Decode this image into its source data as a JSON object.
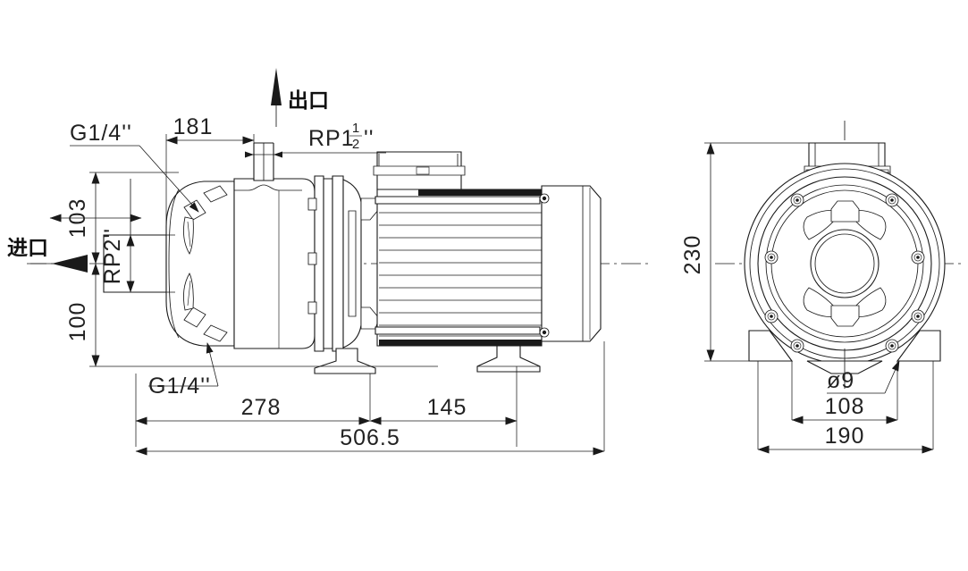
{
  "drawing": {
    "title": "Multistage centrifugal pump dimensional drawing",
    "background_color": "#ffffff",
    "line_color": "#1a1a1a",
    "views": {
      "side": {
        "name": "side-elevation-view"
      },
      "end": {
        "name": "motor-end-view"
      }
    }
  },
  "labels": {
    "inlet_cjk": "进口",
    "outlet_cjk": "出口",
    "inlet_thread": "RP2''",
    "outlet_thread_prefix": "RP1",
    "outlet_thread_num": "1",
    "outlet_thread_den": "2",
    "outlet_thread_suffix": "''",
    "plug_top": "G1/4''",
    "plug_bottom": "G1/4''",
    "hole_dia": "ø9"
  },
  "dimensions": {
    "d_181": "181",
    "d_103": "103",
    "d_100": "100",
    "d_278": "278",
    "d_145": "145",
    "d_506_5": "506.5",
    "d_230": "230",
    "d_108": "108",
    "d_190": "190"
  }
}
